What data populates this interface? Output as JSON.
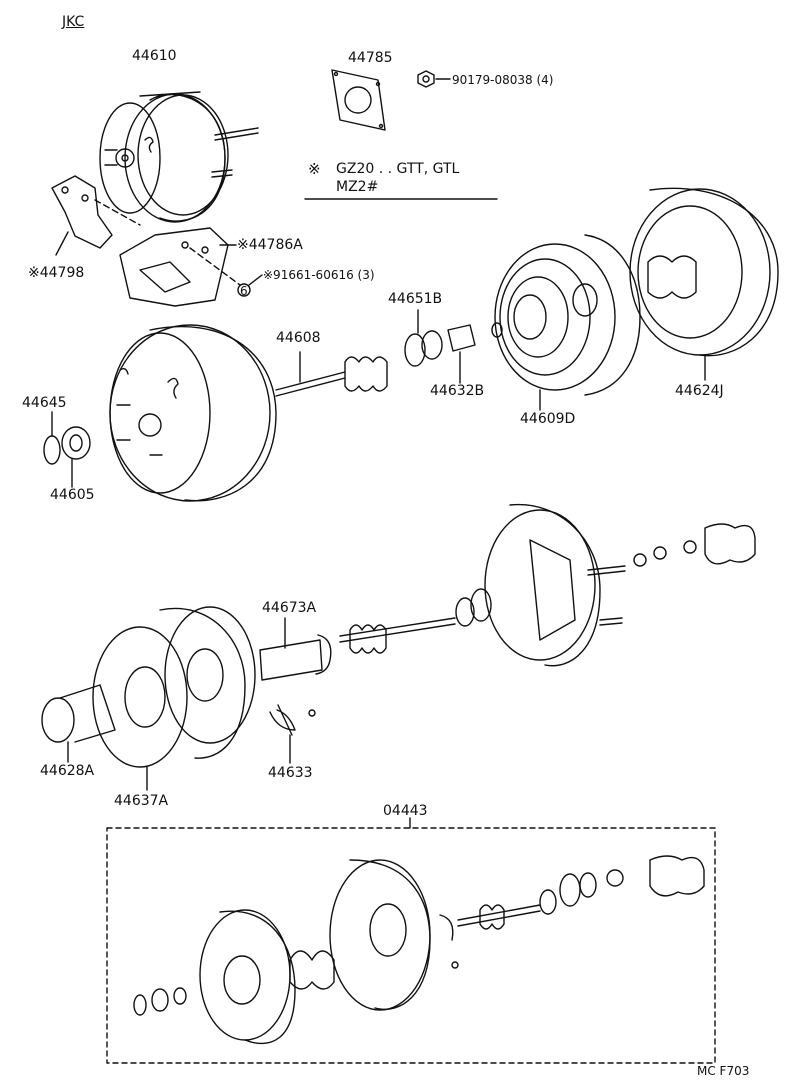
{
  "header": {
    "model_code": "JKC"
  },
  "note": {
    "symbol": "※",
    "line1": "GZ20 . . GTT, GTL",
    "line2": "MZ2#"
  },
  "callouts": {
    "p44610": "44610",
    "p44785": "44785",
    "p90179": "90179-08038 (4)",
    "p44786A": "※44786A",
    "p44798": "※44798",
    "p91661": "※91661-60616 (3)",
    "p44651B": "44651B",
    "p44608": "44608",
    "p44632B": "44632B",
    "p44609D": "44609D",
    "p44624J": "44624J",
    "p44645": "44645",
    "p44605": "44605",
    "p44673A": "44673A",
    "p44628A": "44628A",
    "p44637A": "44637A",
    "p44633": "44633",
    "p04443": "04443"
  },
  "circle_marker": "6",
  "footer": {
    "code": "MC F703"
  },
  "colors": {
    "ink": "#111111",
    "background": "#ffffff"
  }
}
